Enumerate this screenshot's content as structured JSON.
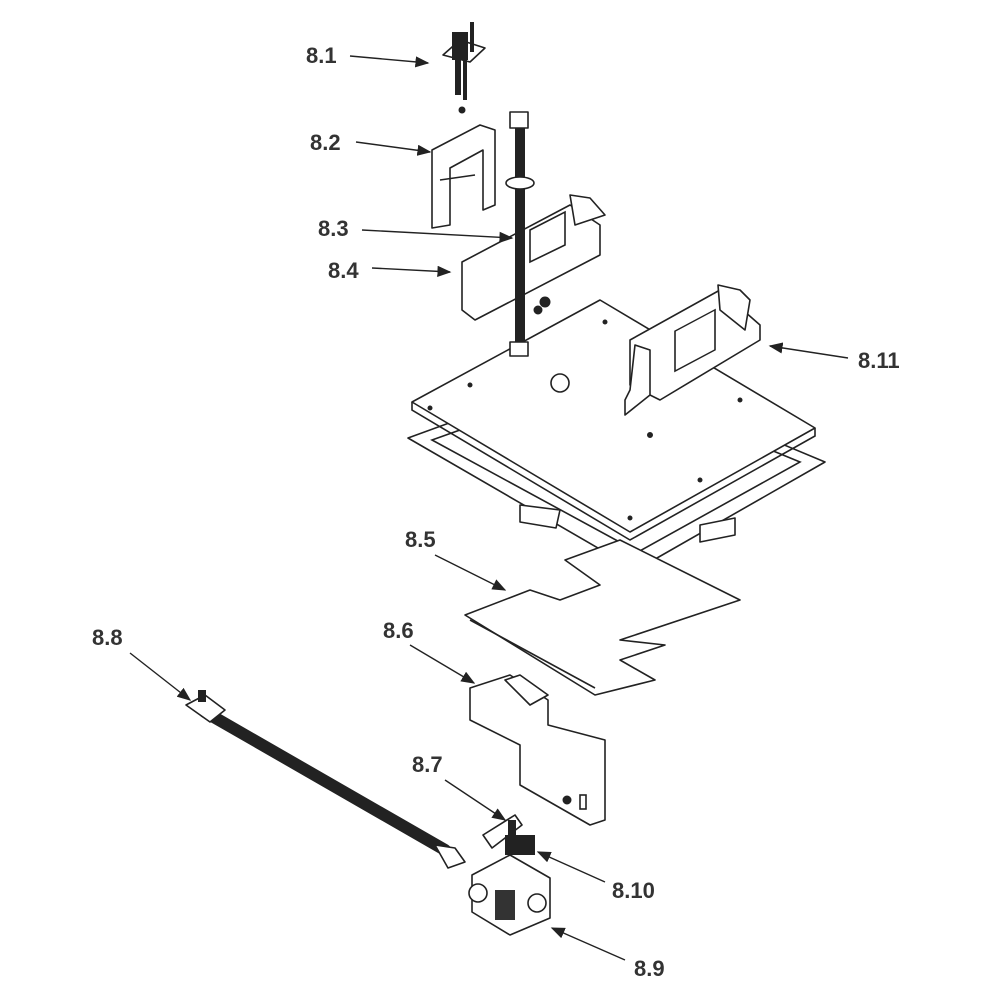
{
  "diagram": {
    "type": "exploded-parts-view",
    "callouts": [
      {
        "id": "8.1",
        "label": "8.1"
      },
      {
        "id": "8.2",
        "label": "8.2"
      },
      {
        "id": "8.3",
        "label": "8.3"
      },
      {
        "id": "8.4",
        "label": "8.4"
      },
      {
        "id": "8.5",
        "label": "8.5"
      },
      {
        "id": "8.6",
        "label": "8.6"
      },
      {
        "id": "8.7",
        "label": "8.7"
      },
      {
        "id": "8.8",
        "label": "8.8"
      },
      {
        "id": "8.9",
        "label": "8.9"
      },
      {
        "id": "8.10",
        "label": "8.10"
      },
      {
        "id": "8.11",
        "label": "8.11"
      }
    ]
  }
}
